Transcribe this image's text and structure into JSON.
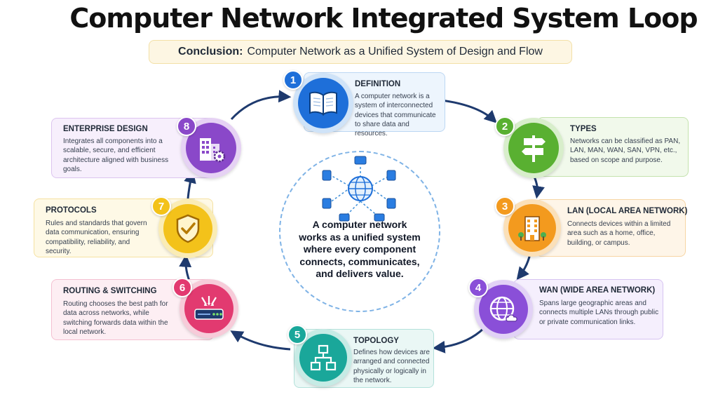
{
  "title": "Computer Network Integrated System Loop",
  "conclusion": {
    "label": "Conclusion:",
    "text": "Computer Network as a Unified System of Design and Flow"
  },
  "center": {
    "text": "A computer network works as a unified system where every component connects, communicates, and delivers value."
  },
  "steps": [
    {
      "number": "1",
      "title": "DEFINITION",
      "description": "A computer network is a system of interconnected devices that communicate to share data and resources.",
      "icon": "book-icon",
      "color": "#1e6fd9"
    },
    {
      "number": "2",
      "title": "TYPES",
      "description": "Networks can be classified as PAN, LAN, MAN, WAN, SAN, VPN, etc., based on scope and purpose.",
      "icon": "signpost-icon",
      "color": "#59b031"
    },
    {
      "number": "3",
      "title": "LAN (LOCAL AREA NETWORK)",
      "description": "Connects devices within a limited area such as a home, office, building, or campus.",
      "icon": "building-icon",
      "color": "#f39a1e"
    },
    {
      "number": "4",
      "title": "WAN (WIDE AREA NETWORK)",
      "description": "Spans large geographic areas and connects multiple LANs through public or private communication links.",
      "icon": "globe-cloud-icon",
      "color": "#8a4fd8"
    },
    {
      "number": "5",
      "title": "TOPOLOGY",
      "description": "Defines how devices are arranged and connected physically or logically in the network.",
      "icon": "topology-icon",
      "color": "#1aa79a"
    },
    {
      "number": "6",
      "title": "ROUTING & SWITCHING",
      "description": "Routing chooses the best path for data across networks, while switching forwards data within the local network.",
      "icon": "router-icon",
      "color": "#e23a70"
    },
    {
      "number": "7",
      "title": "PROTOCOLS",
      "description": "Rules and standards that govern data communication, ensuring compatibility, reliability, and security.",
      "icon": "shield-check-icon",
      "color": "#f3c21a"
    },
    {
      "number": "8",
      "title": "ENTERPRISE DESIGN",
      "description": "Integrates all components into a scalable, secure, and efficient architecture aligned with business goals.",
      "icon": "enterprise-building-gear-icon",
      "color": "#8a48c9"
    }
  ]
}
